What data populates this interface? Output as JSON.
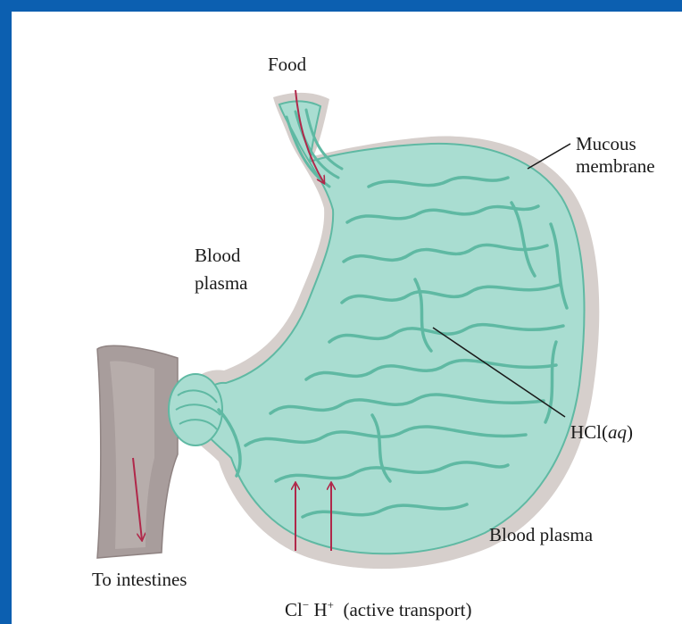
{
  "diagram": {
    "labels": {
      "food": "Food",
      "mucous": "Mucous",
      "membrane": "membrane",
      "blood_plasma_left_1": "Blood",
      "blood_plasma_left_2": "plasma",
      "hcl_prefix": "HCl(",
      "hcl_italic": "aq",
      "hcl_suffix": ")",
      "blood_plasma_right": "Blood plasma",
      "to_intestines": "To intestines",
      "cl_ion": "Cl",
      "cl_charge": "−",
      "h_ion": "H",
      "h_charge": "+",
      "active_transport": "(active transport)"
    },
    "colors": {
      "frame": "#0c5fb0",
      "stomach_fill": "#a9ddd1",
      "stomach_folds": "#5fb9a3",
      "outer_membrane": "#d6cfcc",
      "intestine": "#a89d9c",
      "arrow": "#b0284a",
      "leader_line": "#1a1a1a"
    }
  }
}
